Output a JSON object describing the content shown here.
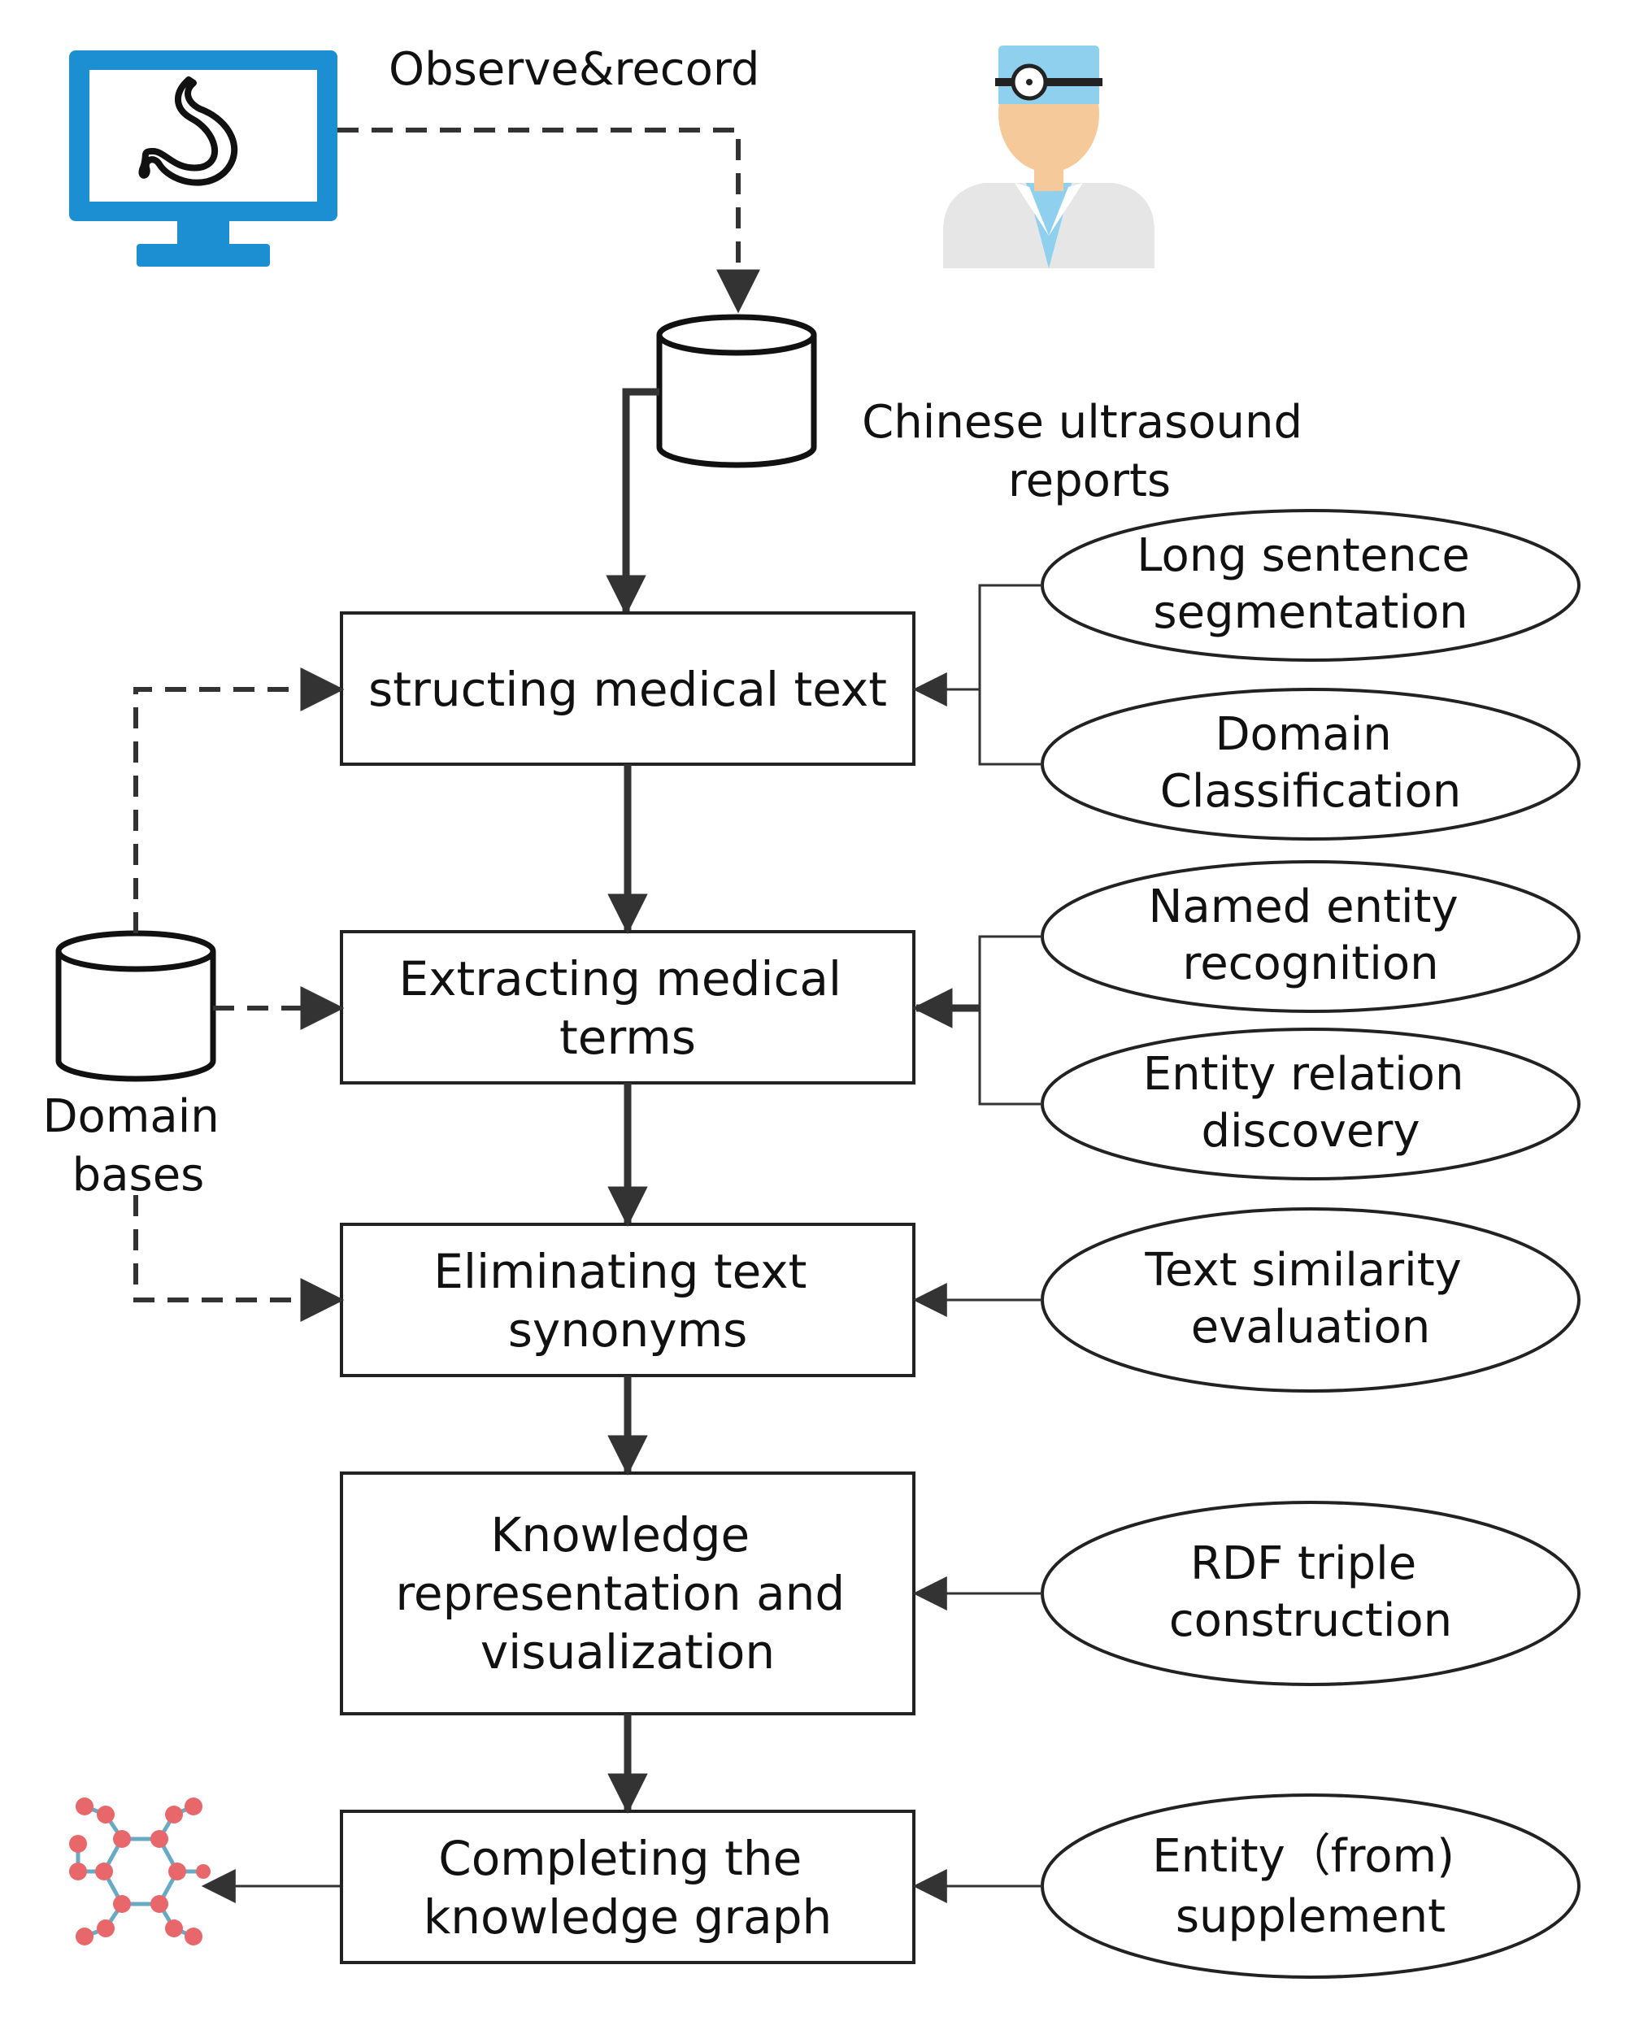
{
  "labels": {
    "observe": "Observe&record",
    "reports": [
      "Chinese ultrasound",
      "reports"
    ],
    "domain_bases": [
      "Domain",
      "bases"
    ]
  },
  "steps": [
    {
      "lines": [
        "structing medical text"
      ]
    },
    {
      "lines": [
        "Extracting medical",
        "terms"
      ]
    },
    {
      "lines": [
        "Eliminating text",
        "synonyms"
      ]
    },
    {
      "lines": [
        "Knowledge",
        "representation and",
        "visualization"
      ]
    },
    {
      "lines": [
        "Completing the",
        "knowledge graph"
      ]
    }
  ],
  "methods": [
    {
      "lines": [
        "Long sentence",
        "segmentation"
      ]
    },
    {
      "lines": [
        "Domain",
        "Classification"
      ]
    },
    {
      "lines": [
        "Named entity",
        "recognition"
      ]
    },
    {
      "lines": [
        "Entity relation",
        "discovery"
      ]
    },
    {
      "lines": [
        "Text similarity",
        "evaluation"
      ]
    },
    {
      "lines": [
        "RDF triple",
        "construction"
      ]
    },
    {
      "lines": [
        "Entity（from)",
        "supplement"
      ]
    }
  ],
  "icons": {
    "monitor": "monitor-stomach-icon",
    "doctor": "doctor-icon",
    "reports_db": "database-icon",
    "domain_db": "database-icon",
    "graph": "knowledge-graph-icon"
  },
  "colors": {
    "monitor": "#1b8fd2",
    "graph_node": "#e8676a",
    "graph_edge": "#6aa9c4",
    "doctor_cap": "#8fd0ef",
    "doctor_skin": "#f6c99a",
    "doctor_coat": "#e6e6e6"
  }
}
